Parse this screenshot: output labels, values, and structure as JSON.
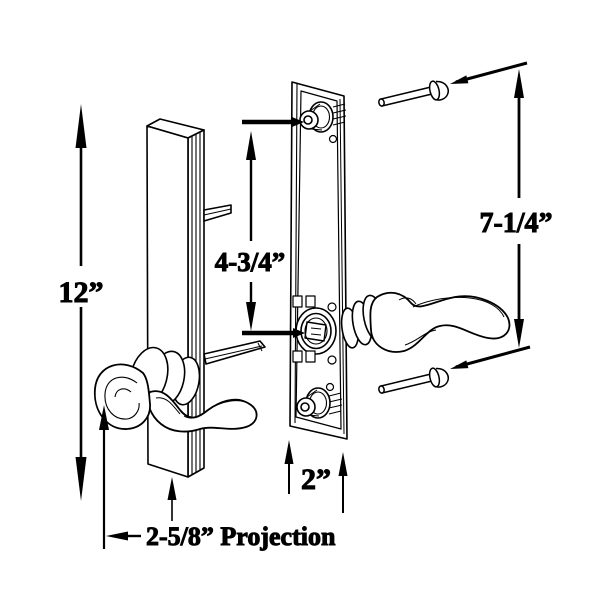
{
  "background": "#ffffff",
  "line_color": "#000000",
  "labels": {
    "plate_height": "12”",
    "hole_spacing": "4-3/4”",
    "screw_length": "7-1/4”",
    "plate_width": "2”",
    "projection": "2-5/8” Projection"
  }
}
